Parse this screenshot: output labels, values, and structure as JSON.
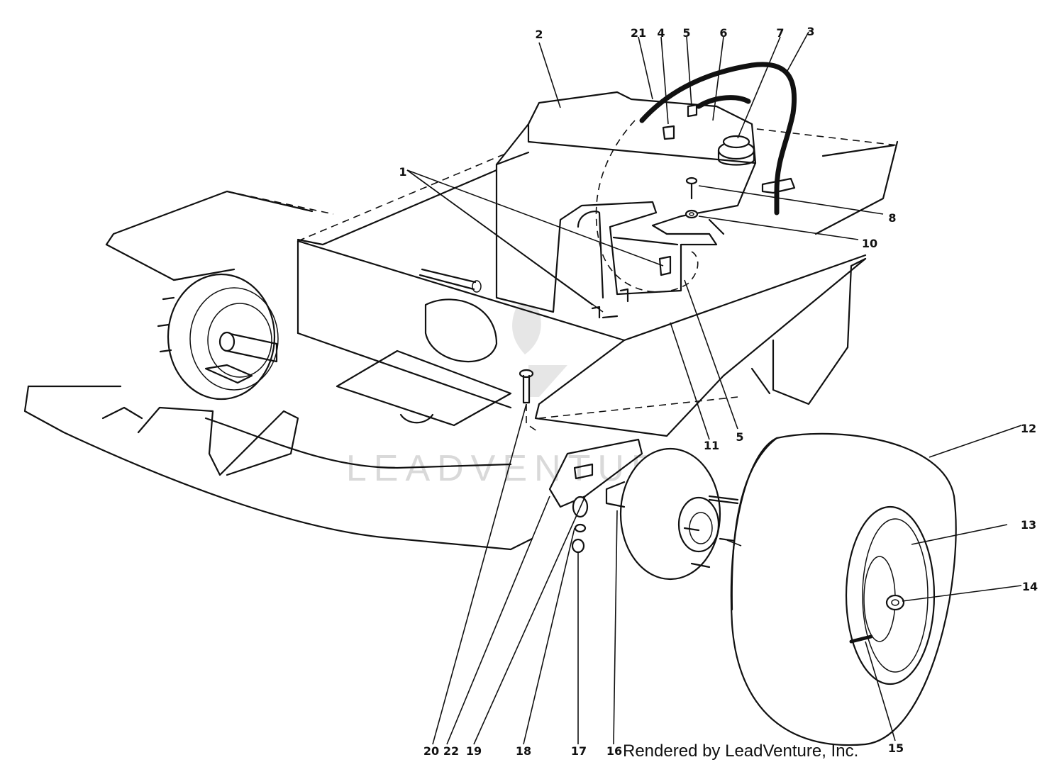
{
  "diagram": {
    "callouts": {
      "c1": "1",
      "c2": "2",
      "c3": "3",
      "c4": "4",
      "c5a": "5",
      "c5b": "5",
      "c6": "6",
      "c7": "7",
      "c8": "8",
      "c10": "10",
      "c11": "11",
      "c12": "12",
      "c13": "13",
      "c14": "14",
      "c15": "15",
      "c16": "16",
      "c17": "17",
      "c18": "18",
      "c19": "19",
      "c20": "20",
      "c21": "21",
      "c22": "22"
    },
    "watermark": "LEADVENTURE",
    "credit": "Rendered by LeadVenture, Inc."
  },
  "colors": {
    "line": "#111111",
    "watermark": "#d9d9d9",
    "background": "#ffffff"
  }
}
